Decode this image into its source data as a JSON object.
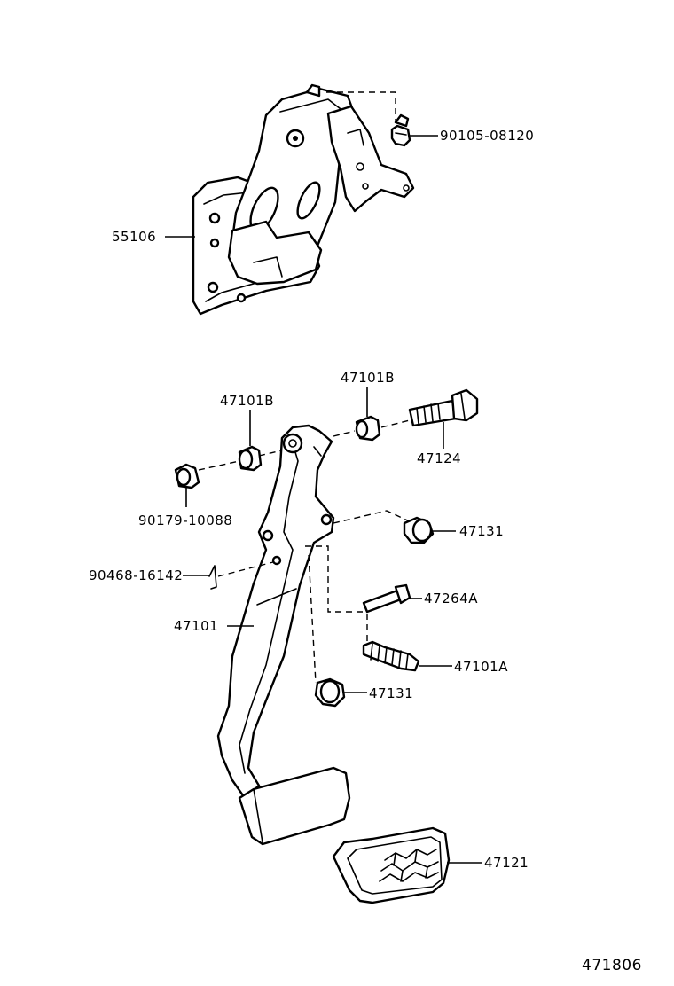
{
  "diagram": {
    "labels": {
      "bolt_90105": "90105-08120",
      "bracket_55106": "55106",
      "bushing_left": "47101B",
      "bushing_right": "47101B",
      "bolt_47124": "47124",
      "nut_90179": "90179-10088",
      "stopper_upper": "47131",
      "clip_90468": "90468-16142",
      "pin_47264a": "47264A",
      "pedal_arm": "47101",
      "spring_47101a": "47101A",
      "stopper_lower": "47131",
      "pad_47121": "47121"
    },
    "figure_number": "471806"
  }
}
